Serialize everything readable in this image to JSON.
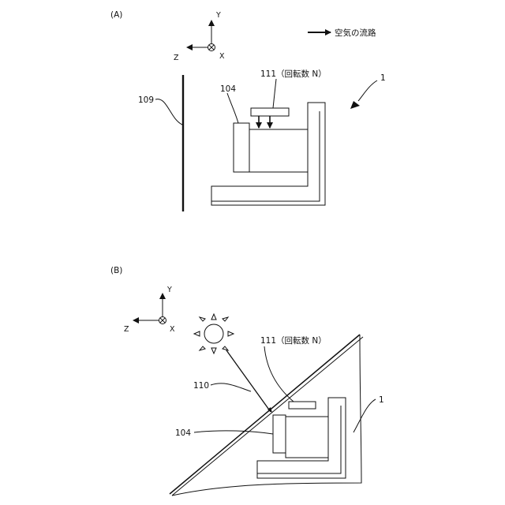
{
  "panel_a": {
    "label": "(A)",
    "axis_y": "Y",
    "axis_z": "Z",
    "axis_x": "X",
    "legend_text": "空気の流路",
    "ref_111": "111（回転数 N）",
    "ref_104": "104",
    "ref_109": "109",
    "ref_1": "1"
  },
  "panel_b": {
    "label": "(B)",
    "axis_y": "Y",
    "axis_z": "Z",
    "axis_x": "X",
    "ref_111": "111（回転数 N）",
    "ref_110": "110",
    "ref_104": "104",
    "ref_1": "1"
  },
  "icons": {
    "sun": "sun-icon",
    "axis_x_into_page": "circled-x-icon"
  }
}
